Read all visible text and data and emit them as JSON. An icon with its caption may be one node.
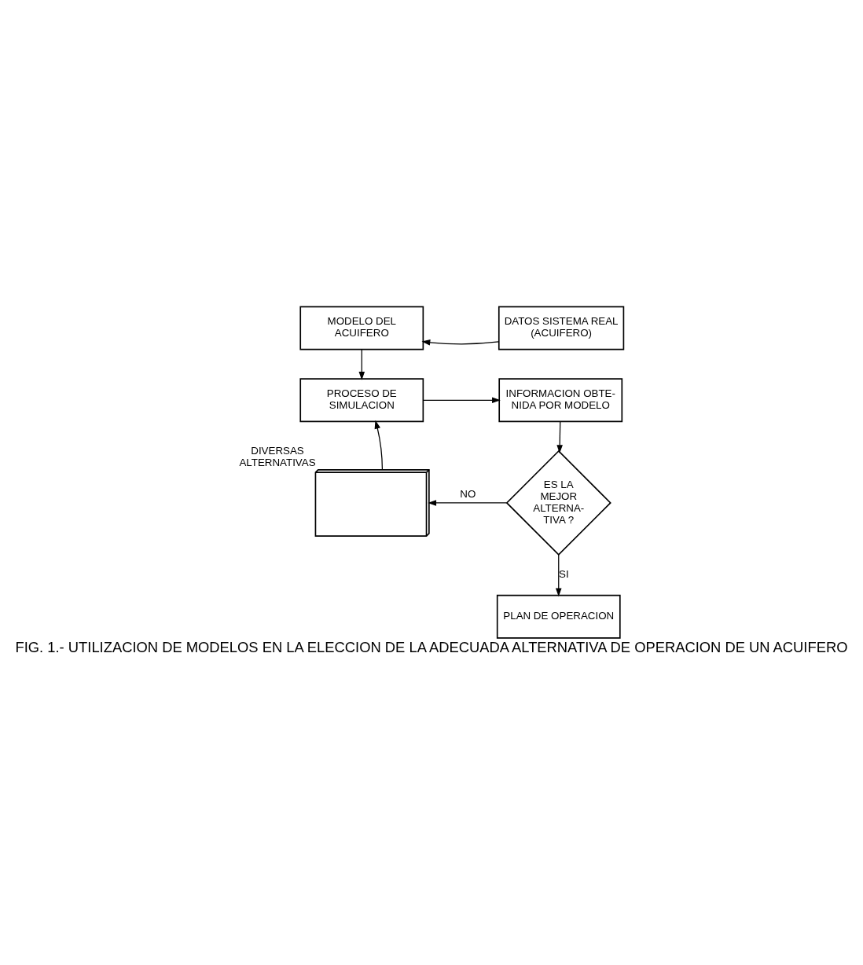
{
  "diagram": {
    "caption": "FIG. 1.- UTILIZACION DE MODELOS EN LA ELECCION DE LA ADECUADA ALTERNATIVA DE OPERACION DE UN ACUIFERO",
    "nodes": [
      {
        "text": [
          "MODELO DEL ACUIFERO"
        ]
      },
      {
        "text": [
          "DATOS SISTEMA REAL (ACUIFERO)"
        ]
      },
      {
        "text": [
          "PROCESO DE SIMULACION"
        ]
      },
      {
        "text": [
          "INFORMACION OBTE- NIDA POR MODELO"
        ]
      },
      {
        "text": [
          "ES LA MEJOR ALTERNA- TIVA ?"
        ]
      },
      {
        "text": [],
        "shape": "box",
        "beside": [
          "DIVERSAS ALTERNATIVAS"
        ]
      },
      {
        "text": [
          "PLAN DE OPERACION"
        ]
      }
    ],
    "edges": [
      {
        "from": 1,
        "to": 0,
        "arrow": "to"
      },
      {
        "from": 0,
        "to": 2,
        "arrow": "to"
      },
      {
        "from": 2,
        "to": 3,
        "arrow": "to"
      },
      {
        "from": 3,
        "to": 4,
        "arrow": "to"
      },
      {
        "from": 4,
        "to": 5,
        "arrow": "to",
        "label": "NO"
      },
      {
        "from": 5,
        "to": 2,
        "arrow": "to"
      },
      {
        "from": 4,
        "to": 6,
        "arrow": "to",
        "label": "SI"
      }
    ]
  }
}
